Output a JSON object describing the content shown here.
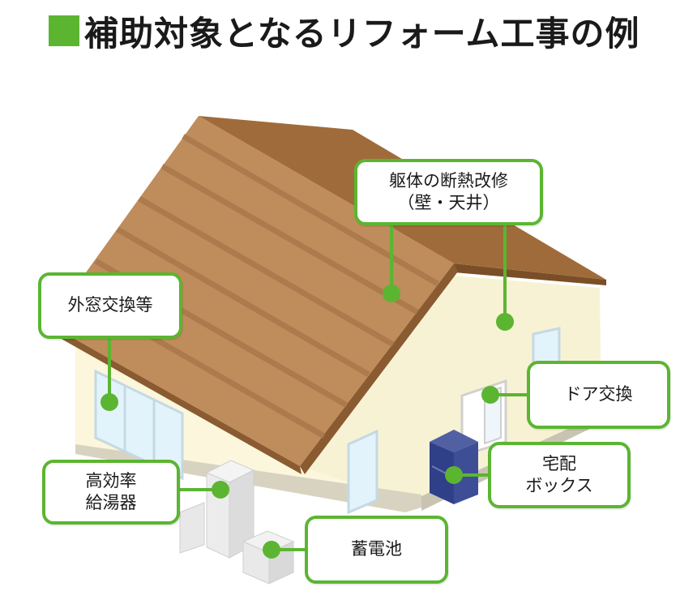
{
  "title": "補助対象となるリフォーム工事の例",
  "colors": {
    "accent": "#5cb531",
    "roof": "#b98a5a",
    "wall": "#f8f2d4"
  },
  "labels": {
    "insulation": {
      "line1": "躯体の断熱改修",
      "line2": "（壁・天井）"
    },
    "windows": {
      "line1": "外窓交換等"
    },
    "door": {
      "line1": "ドア交換"
    },
    "delivery_box": {
      "line1": "宅配",
      "line2": "ボックス"
    },
    "water_heater": {
      "line1": "高効率",
      "line2": "給湯器"
    },
    "battery": {
      "line1": "蓄電池"
    }
  }
}
